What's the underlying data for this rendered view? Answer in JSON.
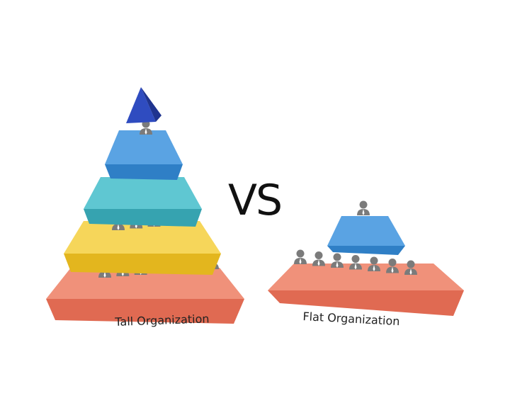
{
  "vs_label": "VS",
  "tall": {
    "caption": "Tall Organization",
    "levels": [
      {
        "color": "#e8735a",
        "people": 7
      },
      {
        "color": "#f2c83a",
        "people": 5
      },
      {
        "color": "#45b7c4",
        "people": 3
      },
      {
        "color": "#3f8fd6",
        "people": 1
      },
      {
        "color": "#2e48b8",
        "people": 0
      }
    ]
  },
  "flat": {
    "caption": "Flat Organization",
    "levels": [
      {
        "color": "#e8735a",
        "people": 7
      },
      {
        "color": "#3f8fd6",
        "people": 1
      }
    ]
  },
  "person_icon": "person-icon",
  "person_color": "#7b7b7b"
}
